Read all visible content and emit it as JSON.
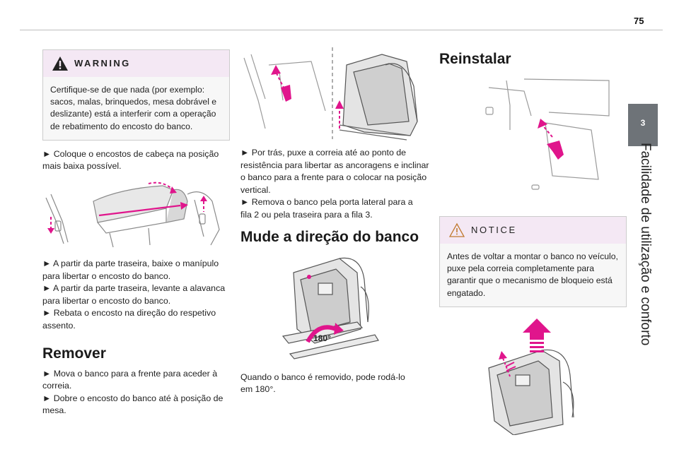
{
  "page_number": "75",
  "side_tab": {
    "chapter_number": "3",
    "chapter_title": "Facilidade de utilização e conforto"
  },
  "left_column": {
    "warning": {
      "label": "WARNING",
      "icon": "warning-triangle-icon",
      "lines": [
        "Certifique-se de que nada (por exemplo:",
        "sacos, malas, brinquedos, mesa dobrável e",
        "deslizante) está a interferir com a operação",
        "de rebatimento do encosto do banco."
      ]
    },
    "para1": [
      "► Coloque o encostos de cabeça na posição",
      "mais baixa possível."
    ],
    "para2": [
      "► A partir da parte traseira, baixe o manípulo",
      "para libertar o encosto do banco.",
      "► A partir da parte traseira, levante a alavanca",
      "para libertar o encosto do banco.",
      "► Rebata o encosto na direção do respetivo",
      "assento."
    ],
    "heading_remove": "Remover",
    "para3": [
      "► Mova o banco para a frente para aceder à",
      "correia.",
      "► Dobre o encosto do banco até à posição de",
      "mesa."
    ]
  },
  "middle_column": {
    "para1": [
      "► Por trás, puxe a correia até ao ponto de",
      "resistência para libertar as ancoragens e inclinar",
      "o banco para a frente para o colocar na posição",
      "vertical.",
      "► Remova o banco pela porta lateral para a",
      "fila 2 ou pela traseira para a fila 3."
    ],
    "heading_direction": "Mude a direção do banco",
    "rotation_label": "180°",
    "para2": [
      "Quando o banco é removido, pode rodá-lo",
      "em 180°."
    ]
  },
  "right_column": {
    "heading_reinstall": "Reinstalar",
    "notice": {
      "label": "NOTICE",
      "icon": "notice-triangle-icon",
      "lines": [
        "Antes de voltar a montar o banco no veículo,",
        "puxe pela correia completamente para",
        "garantir que o mecanismo de bloqueio está",
        "engatado."
      ]
    }
  },
  "colors": {
    "accent_magenta": "#e0158c",
    "warning_header": "#f4e8f4",
    "side_tab": "#6e7378"
  }
}
